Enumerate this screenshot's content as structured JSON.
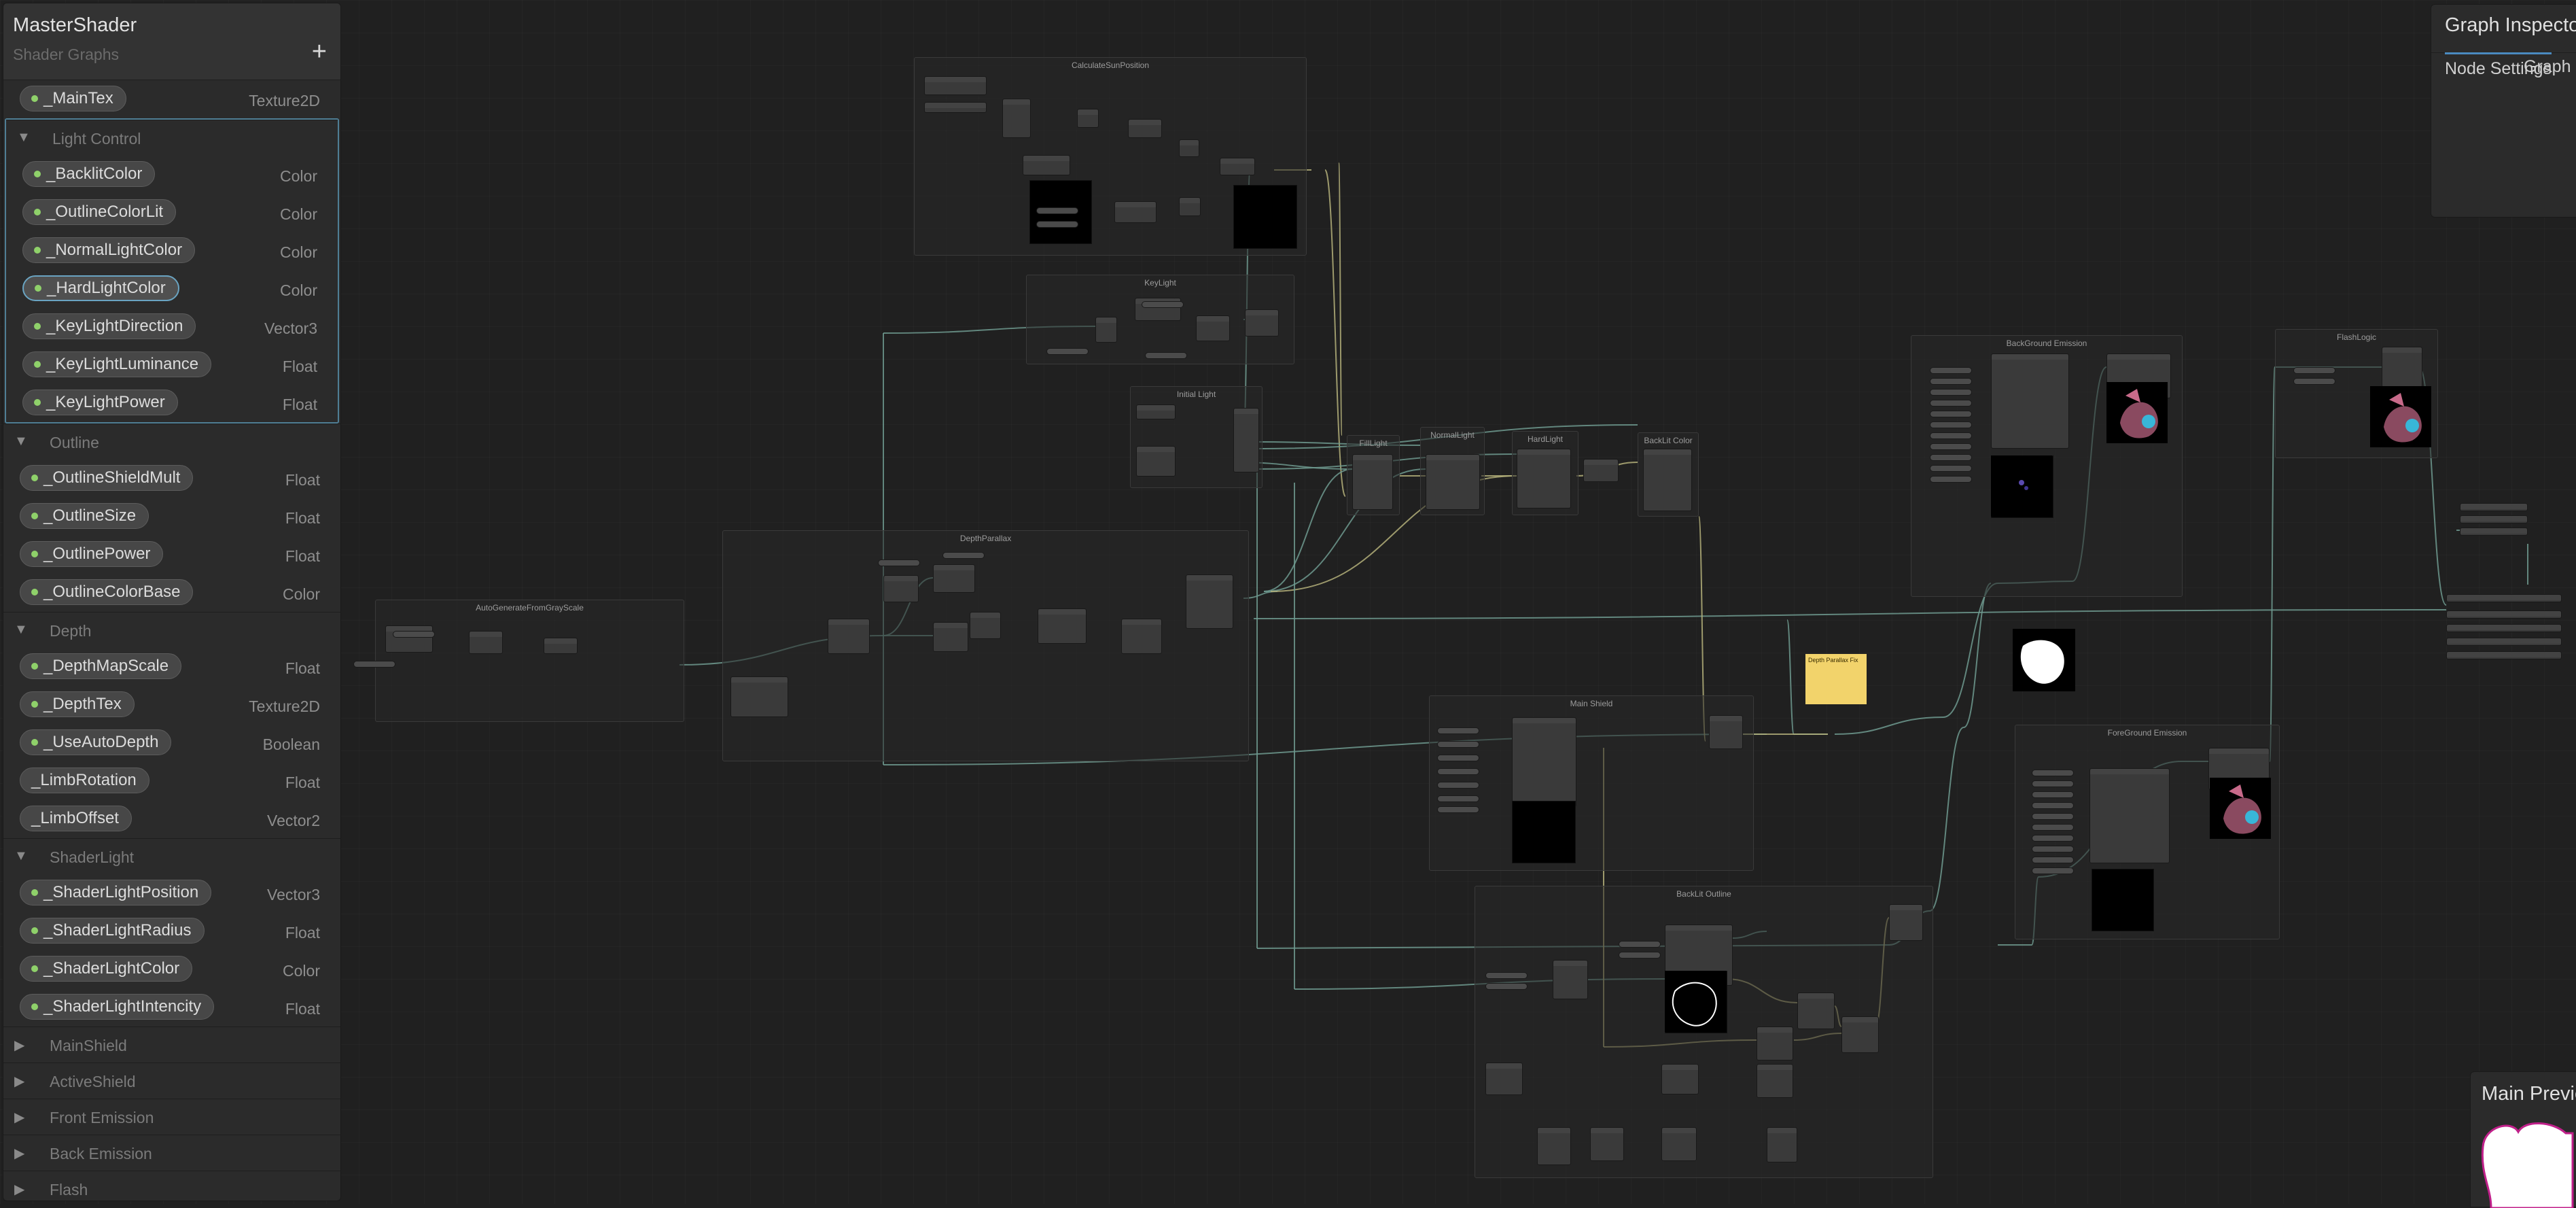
{
  "blackboard": {
    "title": "MasterShader",
    "subtitle": "Shader Graphs",
    "add_label": "+",
    "root_properties": [
      {
        "name": "_MainTex",
        "type": "Texture2D"
      }
    ],
    "categories": [
      {
        "label": "Light Control",
        "expanded": true,
        "highlighted": true,
        "properties": [
          {
            "name": "_BacklitColor",
            "type": "Color"
          },
          {
            "name": "_OutlineColorLit",
            "type": "Color"
          },
          {
            "name": "_NormalLightColor",
            "type": "Color"
          },
          {
            "name": "_HardLightColor",
            "type": "Color",
            "selected": true
          },
          {
            "name": "_KeyLightDirection",
            "type": "Vector3"
          },
          {
            "name": "_KeyLightLuminance",
            "type": "Float"
          },
          {
            "name": "_KeyLightPower",
            "type": "Float"
          }
        ]
      },
      {
        "label": "Outline",
        "expanded": true,
        "properties": [
          {
            "name": "_OutlineShieldMult",
            "type": "Float"
          },
          {
            "name": "_OutlineSize",
            "type": "Float"
          },
          {
            "name": "_OutlinePower",
            "type": "Float"
          },
          {
            "name": "_OutlineColorBase",
            "type": "Color"
          }
        ]
      },
      {
        "label": "Depth",
        "expanded": true,
        "properties": [
          {
            "name": "_DepthMapScale",
            "type": "Float"
          },
          {
            "name": "_DepthTex",
            "type": "Texture2D"
          },
          {
            "name": "_UseAutoDepth",
            "type": "Boolean"
          },
          {
            "name": "_LimbRotation",
            "type": "Float",
            "no_dot": true
          },
          {
            "name": "_LimbOffset",
            "type": "Vector2",
            "no_dot": true
          }
        ]
      },
      {
        "label": "ShaderLight",
        "expanded": true,
        "properties": [
          {
            "name": "_ShaderLightPosition",
            "type": "Vector3"
          },
          {
            "name": "_ShaderLightRadius",
            "type": "Float"
          },
          {
            "name": "_ShaderLightColor",
            "type": "Color"
          },
          {
            "name": "_ShaderLightIntencity",
            "type": "Float"
          }
        ]
      },
      {
        "label": "MainShield",
        "expanded": false,
        "properties": []
      },
      {
        "label": "ActiveShield",
        "expanded": false,
        "properties": []
      },
      {
        "label": "Front Emission",
        "expanded": false,
        "properties": []
      },
      {
        "label": "Back Emission",
        "expanded": false,
        "properties": []
      },
      {
        "label": "Flash",
        "expanded": false,
        "properties": []
      }
    ]
  },
  "groups": [
    {
      "id": "calc-sun",
      "title": "CalculateSunPosition"
    },
    {
      "id": "keylight",
      "title": "KeyLight"
    },
    {
      "id": "initial-light",
      "title": "Initial Light"
    },
    {
      "id": "filllight",
      "title": "FillLight"
    },
    {
      "id": "normallight",
      "title": "NormalLight"
    },
    {
      "id": "hardlight",
      "title": "HardLight"
    },
    {
      "id": "backlit-color",
      "title": "BackLit Color"
    },
    {
      "id": "depth-parallax",
      "title": "DepthParallax"
    },
    {
      "id": "auto-generate",
      "title": "AutoGenerateFromGrayScale"
    },
    {
      "id": "bg-emission",
      "title": "BackGround Emission"
    },
    {
      "id": "flash-logic",
      "title": "FlashLogic"
    },
    {
      "id": "fg-emission",
      "title": "ForeGround Emission"
    },
    {
      "id": "main-shield",
      "title": "Main Shield"
    },
    {
      "id": "backlit-outline",
      "title": "BackLit Outline"
    }
  ],
  "sticky_note": {
    "title": "Depth Parallax Fix"
  },
  "inspector": {
    "title": "Graph Inspector",
    "tabs": [
      "Node Settings",
      "Graph Settings"
    ],
    "active_tab": 0
  },
  "main_preview": {
    "title": "Main Preview"
  },
  "colors": {
    "canvas": "#202020",
    "panel": "#2b2b2b",
    "pill": "#474747",
    "dot": "#8fd16a",
    "selection": "#6aa4c2",
    "wire_green": "#6f9a8f",
    "wire_yellow": "#b4b07a",
    "sticky": "#f2d36b",
    "tab_accent": "#4a8ac0"
  }
}
